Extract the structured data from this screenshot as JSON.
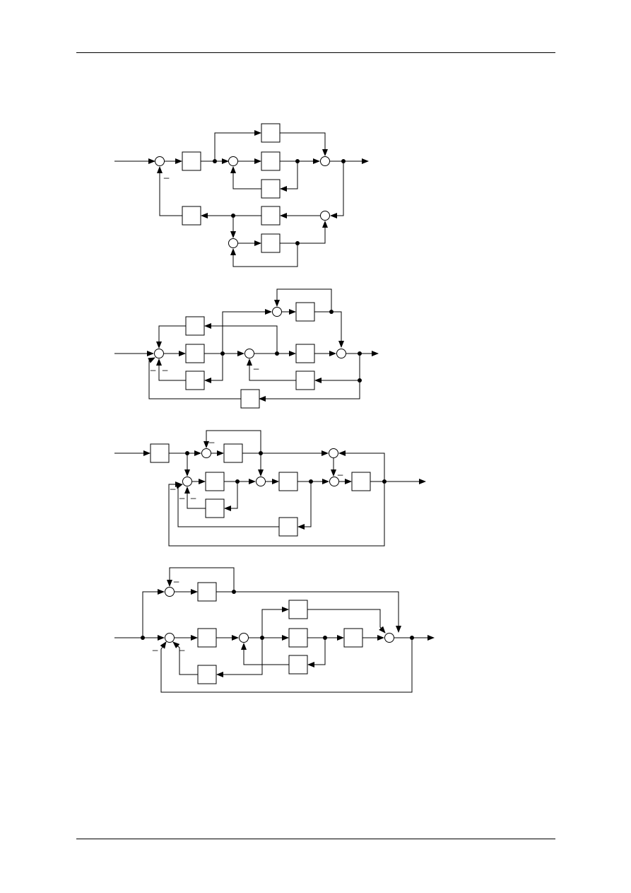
{
  "page": {
    "header_rule": true,
    "footer_rule": true
  },
  "diagrams": [
    {
      "id": "diagram-1",
      "negative_sign": "_"
    },
    {
      "id": "diagram-2",
      "negative_sign": "_"
    },
    {
      "id": "diagram-3",
      "negative_sign": "_"
    },
    {
      "id": "diagram-4",
      "negative_sign": "_"
    }
  ],
  "colors": {
    "ink": "#000000",
    "paper": "#ffffff"
  }
}
